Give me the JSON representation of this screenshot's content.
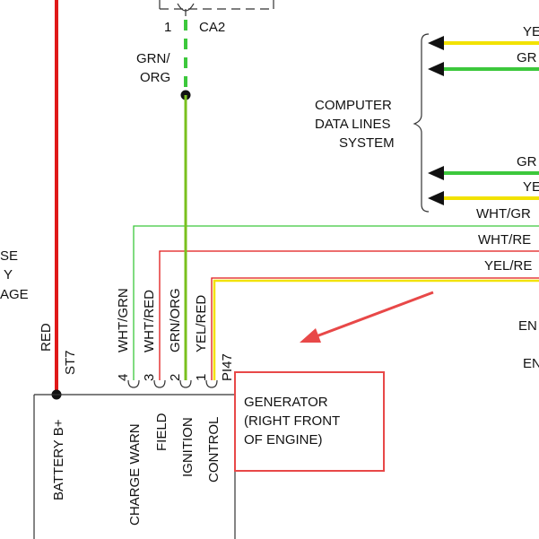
{
  "connector_top": {
    "pin": "1",
    "id": "CA2"
  },
  "ignition_wire_top": {
    "line1": "GRN/",
    "line2": "ORG"
  },
  "computer_data_lines": {
    "line1": "COMPUTER",
    "line2": "DATA LINES",
    "line3": "SYSTEM",
    "wires": [
      "YE",
      "GR",
      "GR",
      "YE",
      "WHT/GR"
    ]
  },
  "left_cut_text": [
    "SE",
    "Y",
    "AGE"
  ],
  "right_cut_text": [
    "EN",
    "EN"
  ],
  "wires_right": [
    "WHT/RE",
    "YEL/RE"
  ],
  "battery_wire": {
    "color_label": "RED",
    "splice": "ST7"
  },
  "generator_connector": {
    "id": "PI47",
    "pins": [
      {
        "num": "4",
        "wire": "WHT/GRN",
        "function": "CHARGE WARN"
      },
      {
        "num": "3",
        "wire": "WHT/RED",
        "function": "FIELD"
      },
      {
        "num": "2",
        "wire": "GRN/ORG",
        "function": "IGNITION"
      },
      {
        "num": "1",
        "wire": "YEL/RED",
        "function": "CONTROL"
      }
    ]
  },
  "battery_terminal": "BATTERY B+",
  "generator": {
    "line1": "GENERATOR",
    "line2": "(RIGHT FRONT",
    "line3": "OF ENGINE)"
  },
  "colors": {
    "red": "#e01818",
    "green": "#3cc83c",
    "yellow": "#f2e200",
    "annotation": "#e84848"
  }
}
